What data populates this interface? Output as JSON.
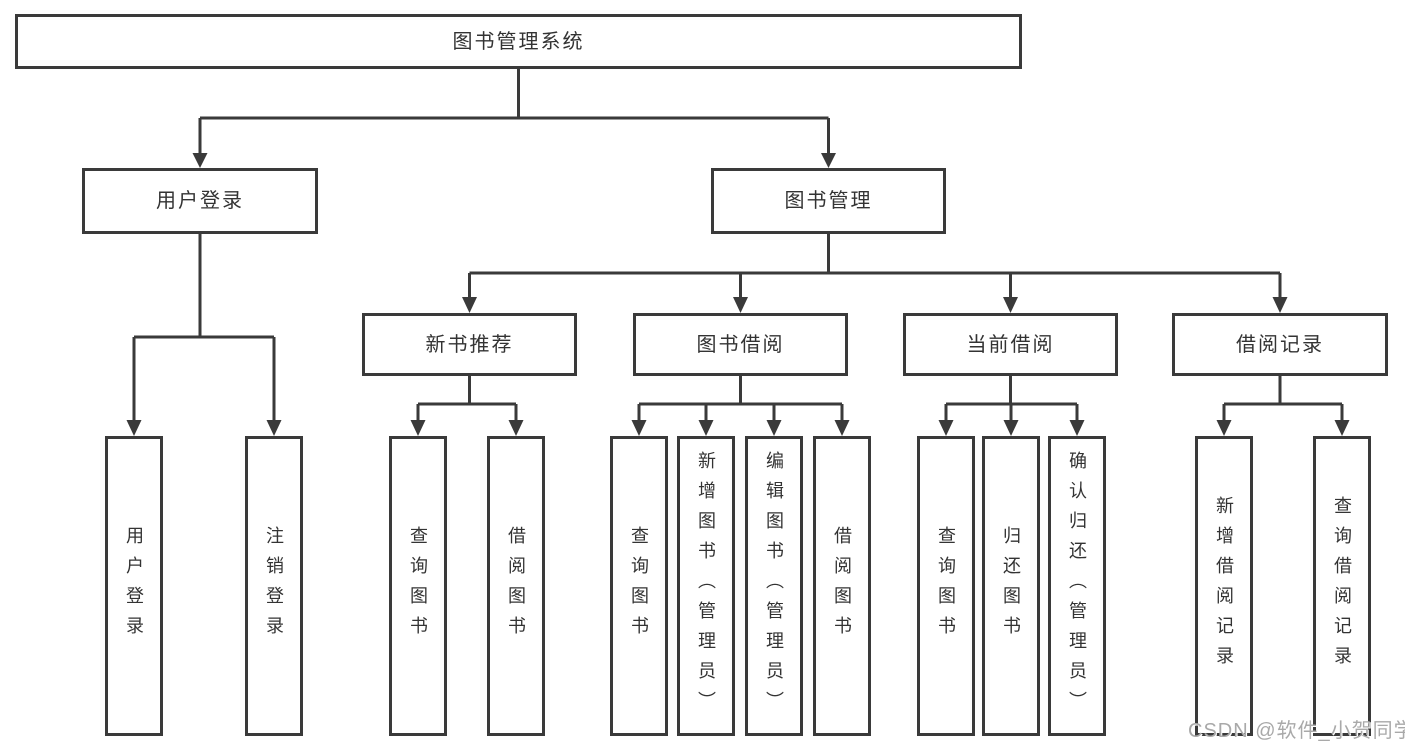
{
  "tree": {
    "root": "图书管理系统",
    "children": [
      {
        "label": "用户登录",
        "children": [
          "用户登录",
          "注销登录"
        ]
      },
      {
        "label": "图书管理",
        "children": [
          {
            "label": "新书推荐",
            "children": [
              "查询图书",
              "借阅图书"
            ]
          },
          {
            "label": "图书借阅",
            "children": [
              "查询图书",
              "新增图书（管理员）",
              "编辑图书（管理员）",
              "借阅图书"
            ]
          },
          {
            "label": "当前借阅",
            "children": [
              "查询图书",
              "归还图书",
              "确认归还（管理员）"
            ]
          },
          {
            "label": "借阅记录",
            "children": [
              "新增借阅记录",
              "查询借阅记录"
            ]
          }
        ]
      }
    ]
  },
  "watermark": {
    "text": "CSDN @软件_小贺同学"
  },
  "colors": {
    "line": "#3a3a3a",
    "box_border": "#3a3a3a",
    "text": "#333333",
    "box_background": "#ffffff",
    "page_background": "#ffffff",
    "watermark": "#a9a9a9"
  }
}
